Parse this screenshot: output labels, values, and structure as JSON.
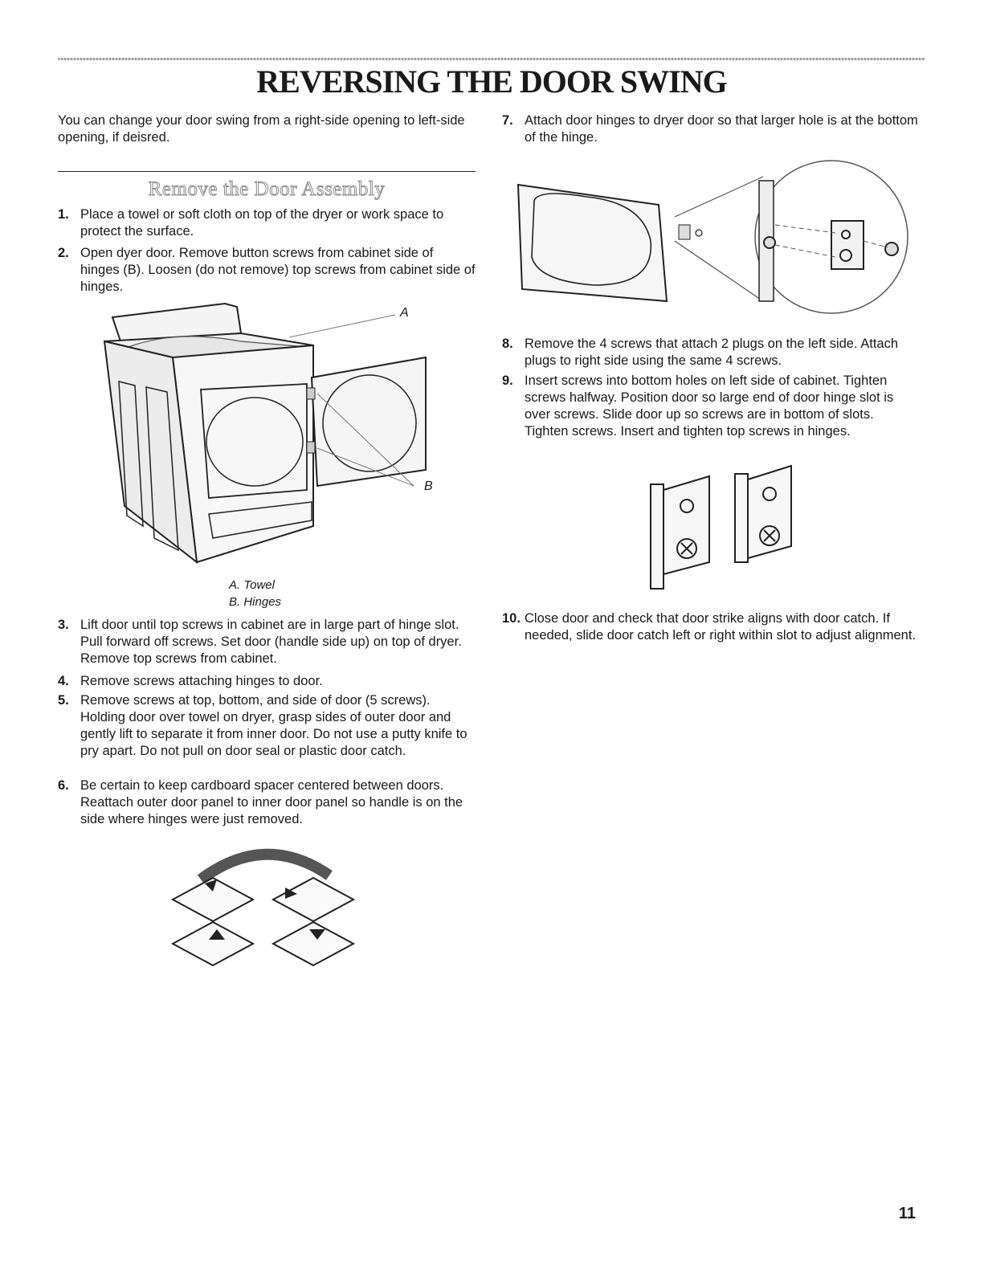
{
  "title": "REVERSING THE DOOR SWING",
  "intro": "You can change your door swing from a right-side opening to left-side opening, if deisred.",
  "section_heading": "Remove the Door Assembly",
  "steps": [
    {
      "num": "1.",
      "text": "Place a towel or soft cloth on top of the dryer or work space to protect the surface."
    },
    {
      "num": "2.",
      "text": "Open dyer door. Remove button screws from cabinet side of hinges (B). Loosen (do not remove) top screws from cabinet side of hinges."
    },
    {
      "num": "3.",
      "text": "Lift door until top screws in cabinet are in large part of hinge slot. Pull forward off screws. Set door (handle side up) on top of dryer. Remove top screws from cabinet."
    },
    {
      "num": "4.",
      "text": "Remove screws attaching hinges to door."
    },
    {
      "num": "5.",
      "text": "Remove screws at top, bottom, and side of door (5 screws). Holding door over towel on dryer, grasp sides of outer door and gently lift to separate it from inner door. Do not use a putty knife to pry apart. Do not pull on door seal or plastic door catch."
    },
    {
      "num": "6.",
      "text": "Be certain to keep cardboard spacer centered between doors. Reattach outer door panel to inner door panel so handle is on the side where hinges were just removed."
    },
    {
      "num": "7.",
      "text": "Attach door hinges to dryer door so that larger hole is at the bottom of the hinge."
    },
    {
      "num": "8.",
      "text": "Remove the 4 screws that attach 2 plugs on the left side. Attach plugs to right side using the same 4 screws."
    },
    {
      "num": "9.",
      "text": "Insert screws into bottom holes on left side of cabinet. Tighten screws halfway. Position door so large end of door hinge slot is over screws. Slide door up so screws are in bottom of slots. Tighten screws. Insert and tighten top screws in hinges."
    },
    {
      "num": "10.",
      "text": "Close door and check that door strike aligns with door catch. If needed, slide door catch left or right within slot to adjust alignment."
    }
  ],
  "figure_dryer": {
    "label_a": "A",
    "label_b": "B",
    "caption_a": "A. Towel",
    "caption_b": "B. Hinges"
  },
  "page_number": "11"
}
